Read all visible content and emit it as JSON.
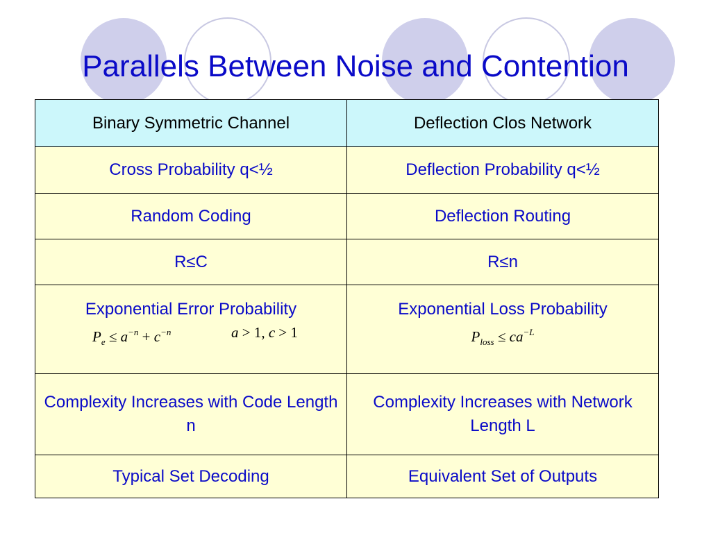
{
  "slide": {
    "title": "Parallels Between Noise and Contention"
  },
  "table": {
    "headers": [
      "Binary Symmetric Channel",
      "Deflection Clos Network"
    ],
    "rows": [
      [
        "Cross Probability q<½",
        "Deflection Probability q<½"
      ],
      [
        "Random Coding",
        "Deflection Routing"
      ],
      [
        "R≤C",
        "R≤n"
      ],
      [
        "Exponential Error Probability",
        "Exponential Loss Probability"
      ],
      [
        "Complexity Increases with Code Length n",
        "Complexity Increases with Network Length L"
      ],
      [
        "Typical Set Decoding",
        "Equivalent Set of Outputs"
      ]
    ],
    "formulas": {
      "left_error": {
        "P": "P",
        "e": "e",
        "le": "≤",
        "a": "a",
        "minus_n_1": "−n",
        "plus": "+",
        "c": "c",
        "minus_n_2": "−n"
      },
      "left_condition": {
        "a": "a",
        "gt1": ">",
        "one1": "1,",
        "c": "c",
        "gt2": ">",
        "one2": "1"
      },
      "right_loss": {
        "P": "P",
        "loss": "loss",
        "le": "≤",
        "ca": "ca",
        "minus_L": "−L"
      }
    }
  },
  "colors": {
    "title": "#0a0ac8",
    "header_bg": "#ccf7fb",
    "body_bg": "#ffffd6",
    "circle_fill": "#cfcfeb",
    "circle_stroke": "#c8c8e2"
  }
}
